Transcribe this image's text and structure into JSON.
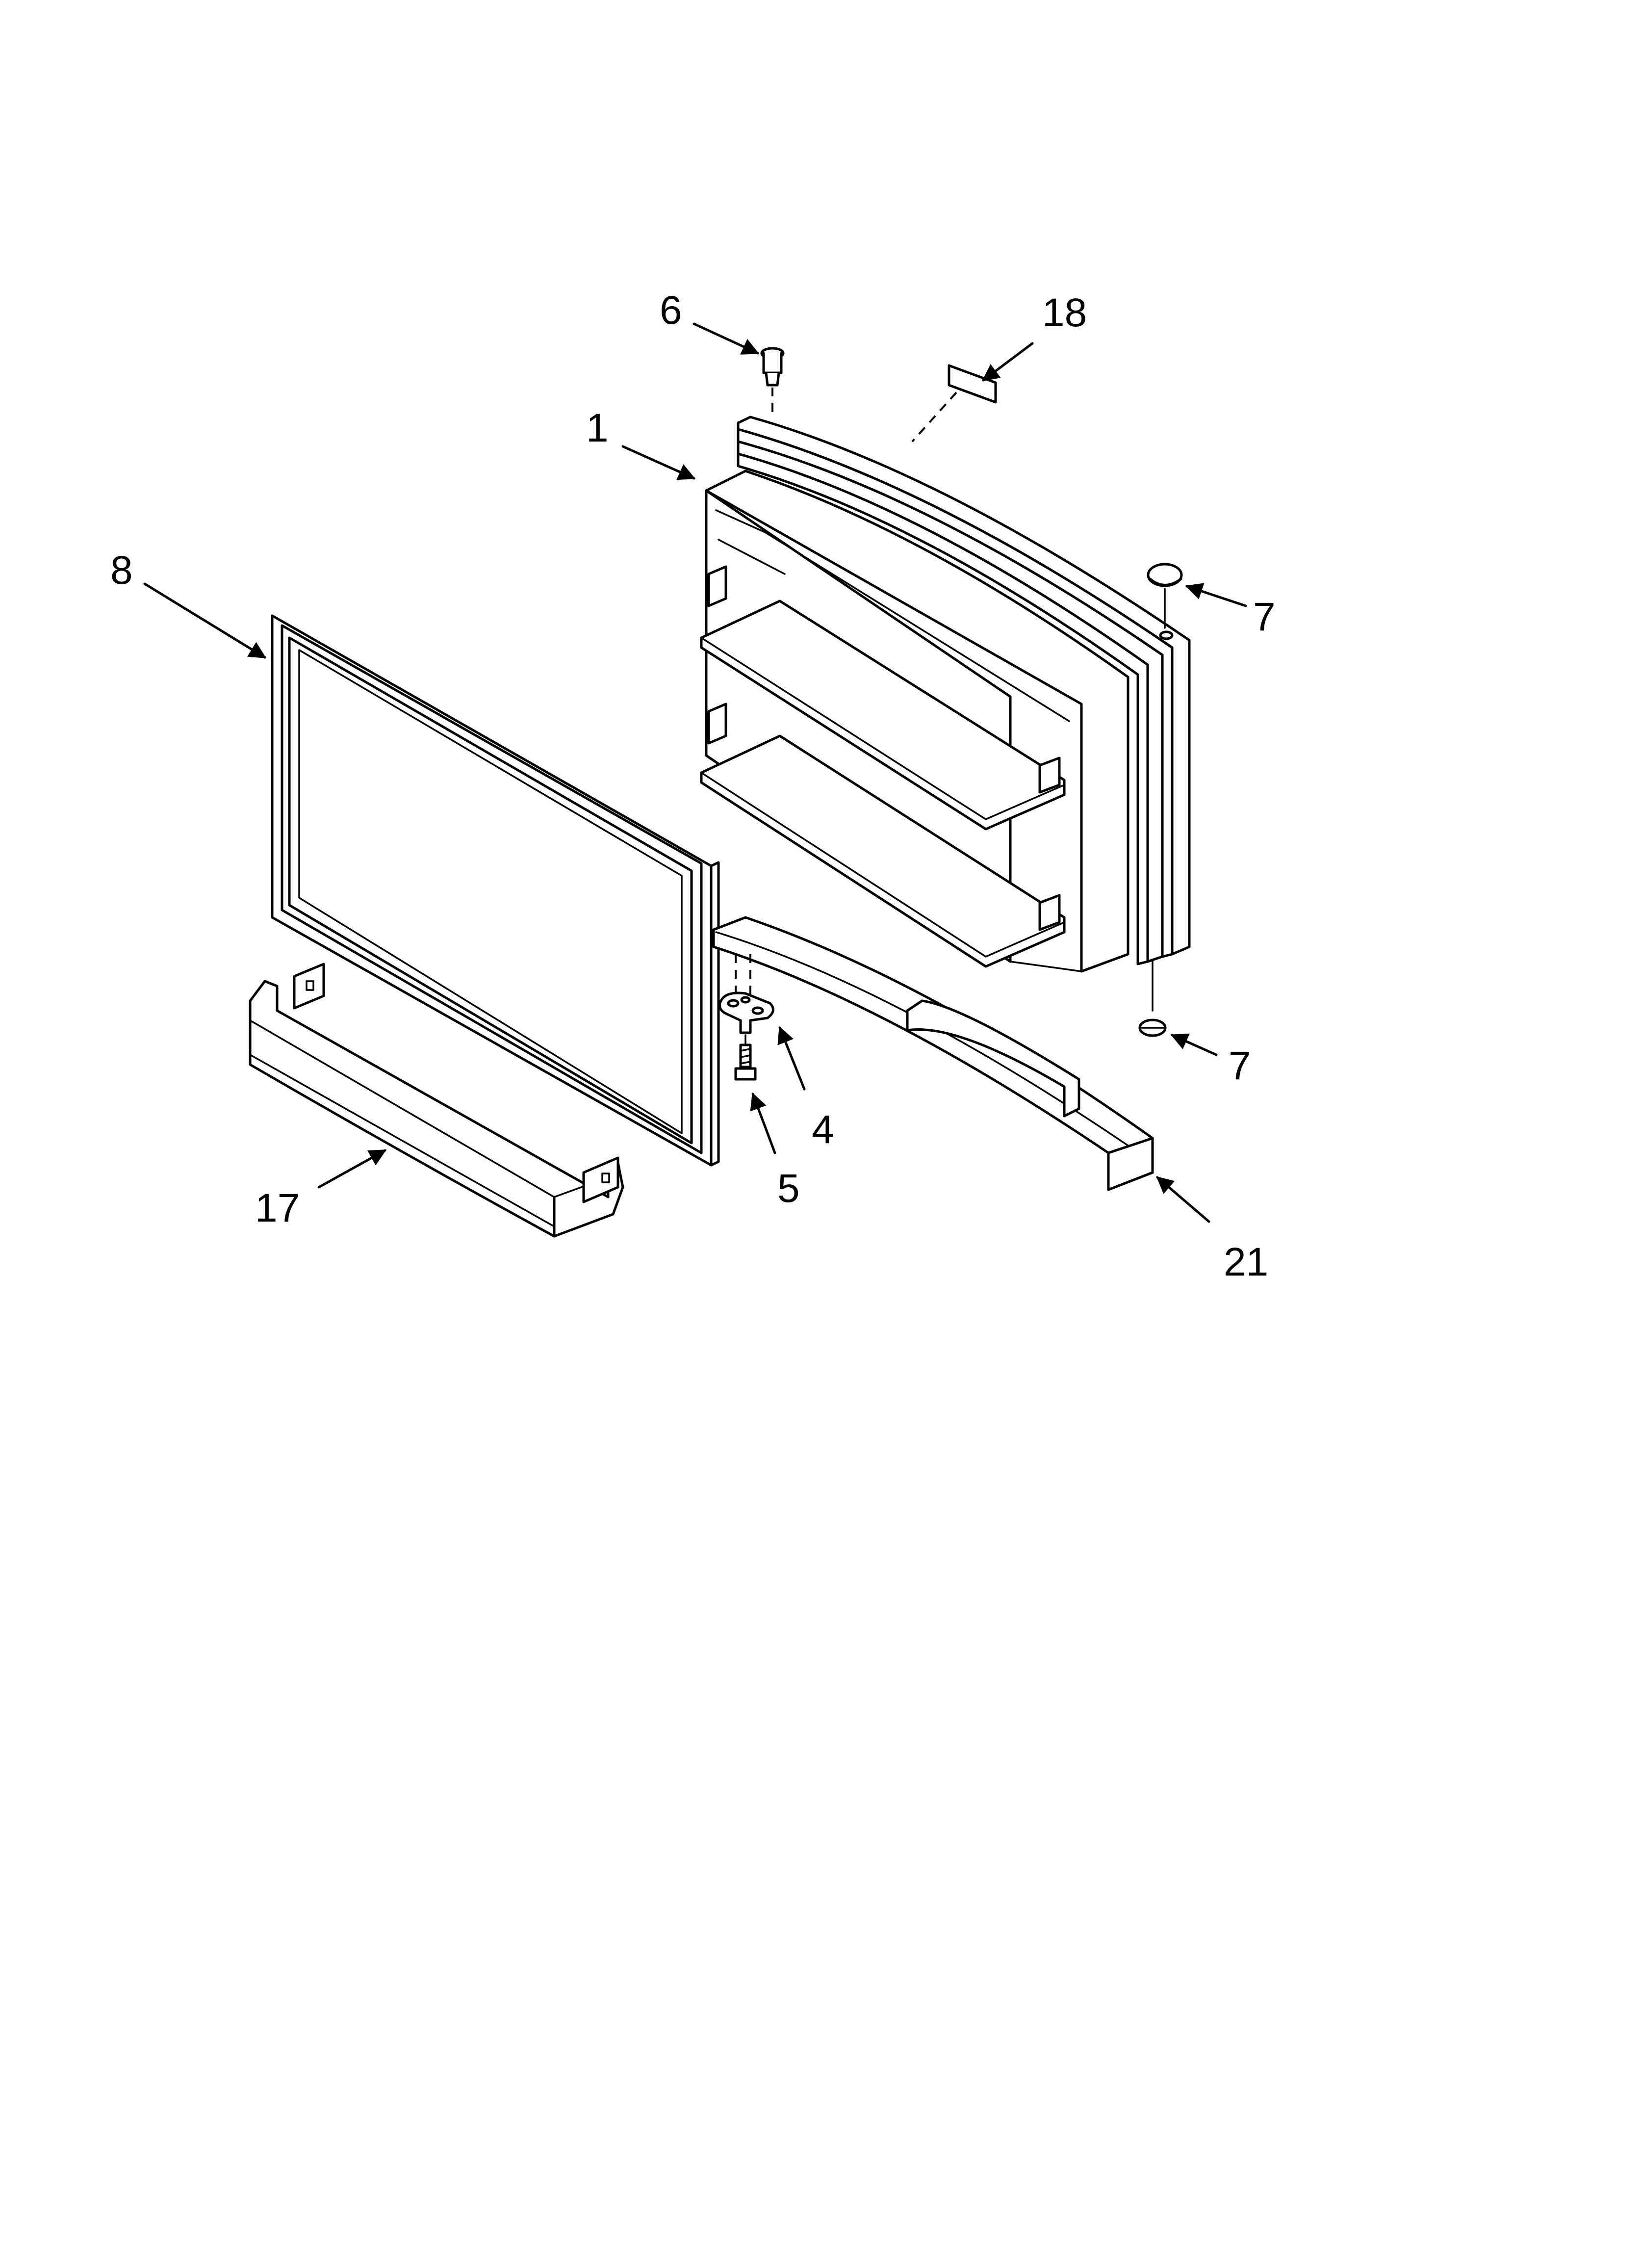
{
  "callouts": {
    "part_1": "1",
    "part_4": "4",
    "part_5": "5",
    "part_6": "6",
    "part_7_top": "7",
    "part_7_bottom": "7",
    "part_8": "8",
    "part_17": "17",
    "part_18": "18",
    "part_21": "21"
  }
}
